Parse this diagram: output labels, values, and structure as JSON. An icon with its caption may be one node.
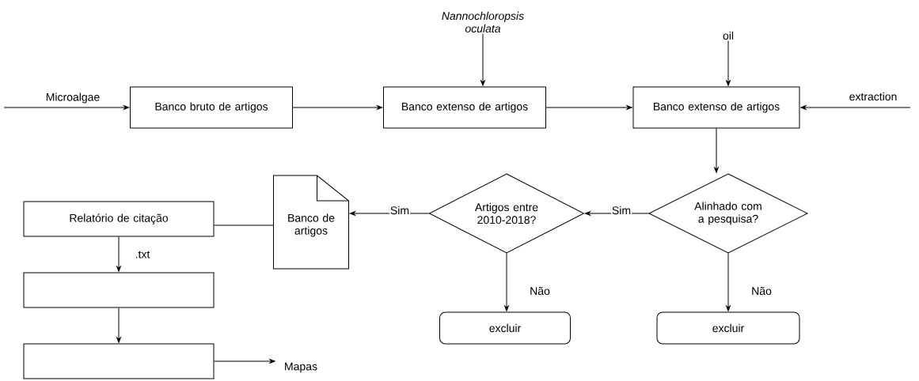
{
  "diagram": {
    "nodes": [
      {
        "text": [
          "Banco bruto de artigos"
        ]
      },
      {
        "text": [
          "Nannochloropsis oculata"
        ]
      },
      {
        "text": [
          "Banco extenso de artigos"
        ]
      },
      {
        "text": [
          "oil"
        ]
      },
      {
        "text": [
          "Banco extenso de artigos"
        ]
      },
      {
        "text": [
          "Alinhado com a pesquisa?"
        ]
      },
      {
        "text": [
          "Artigos entre 2010-2018?"
        ]
      },
      {
        "text": [
          "Banco de artigos"
        ]
      },
      {
        "text": [
          "Relatório de citação"
        ]
      },
      {
        "text": [],
        "shape": "box"
      },
      {
        "text": [],
        "shape": "box"
      },
      {
        "text": [
          "Mapas"
        ]
      },
      {
        "text": [
          "excluir"
        ]
      },
      {
        "text": [
          "excluir"
        ]
      }
    ],
    "edges": [
      {
        "from": null,
        "to": 0,
        "arrow": "to",
        "label": "Microalgae"
      },
      {
        "from": 0,
        "to": 2,
        "arrow": "to"
      },
      {
        "from": 1,
        "to": 2,
        "arrow": "to"
      },
      {
        "from": 2,
        "to": 4,
        "arrow": "to"
      },
      {
        "from": 3,
        "to": 4,
        "arrow": "to"
      },
      {
        "from": null,
        "to": 4,
        "arrow": "to",
        "label": "extraction"
      },
      {
        "from": 4,
        "to": 5,
        "arrow": "to"
      },
      {
        "from": 5,
        "to": 6,
        "arrow": "to",
        "label": "Sim"
      },
      {
        "from": 6,
        "to": 7,
        "arrow": "to",
        "label": "Sim"
      },
      {
        "from": 7,
        "to": 8,
        "arrow": "none"
      },
      {
        "from": 8,
        "to": 9,
        "arrow": "to",
        "label": ".txt"
      },
      {
        "from": 9,
        "to": 10,
        "arrow": "to"
      },
      {
        "from": 10,
        "to": 11,
        "arrow": "to"
      },
      {
        "from": 6,
        "to": 12,
        "arrow": "to",
        "label": "Não"
      },
      {
        "from": 5,
        "to": 13,
        "arrow": "to",
        "label": "Não"
      }
    ]
  }
}
